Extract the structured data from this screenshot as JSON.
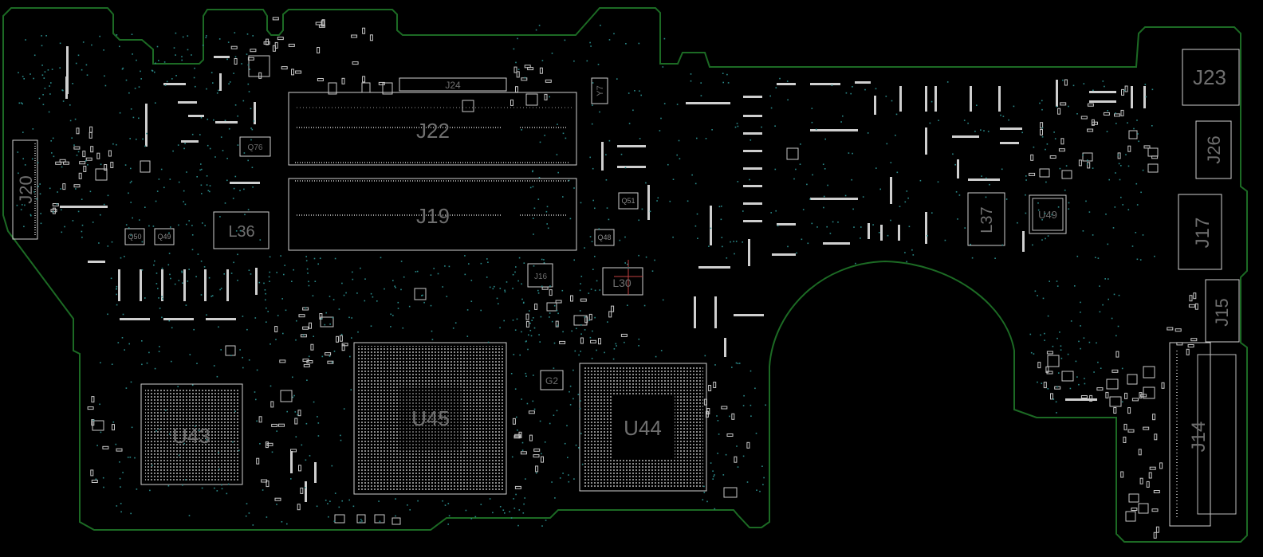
{
  "board": {
    "outline_color": "#1c6a24",
    "silkscreen_color": "#cfcfcf",
    "label_color": "#6f6f6f",
    "via_color": "#2a8a8a"
  },
  "components": {
    "U43": "U43",
    "U44": "U44",
    "U45": "U45",
    "U49": "U49",
    "J14": "J14",
    "J15": "J15",
    "J16": "J16",
    "J17": "J17",
    "J19": "J19",
    "J20": "J20",
    "J22": "J22",
    "J23": "J23",
    "J24": "J24",
    "J26": "J26",
    "L30": "L30",
    "L36": "L36",
    "L37": "L37",
    "Q49": "Q49",
    "Q50": "Q50",
    "Q51": "Q51",
    "Q76": "Q76",
    "Q48": "Q48",
    "G2": "G2",
    "Y7": "Y7"
  }
}
